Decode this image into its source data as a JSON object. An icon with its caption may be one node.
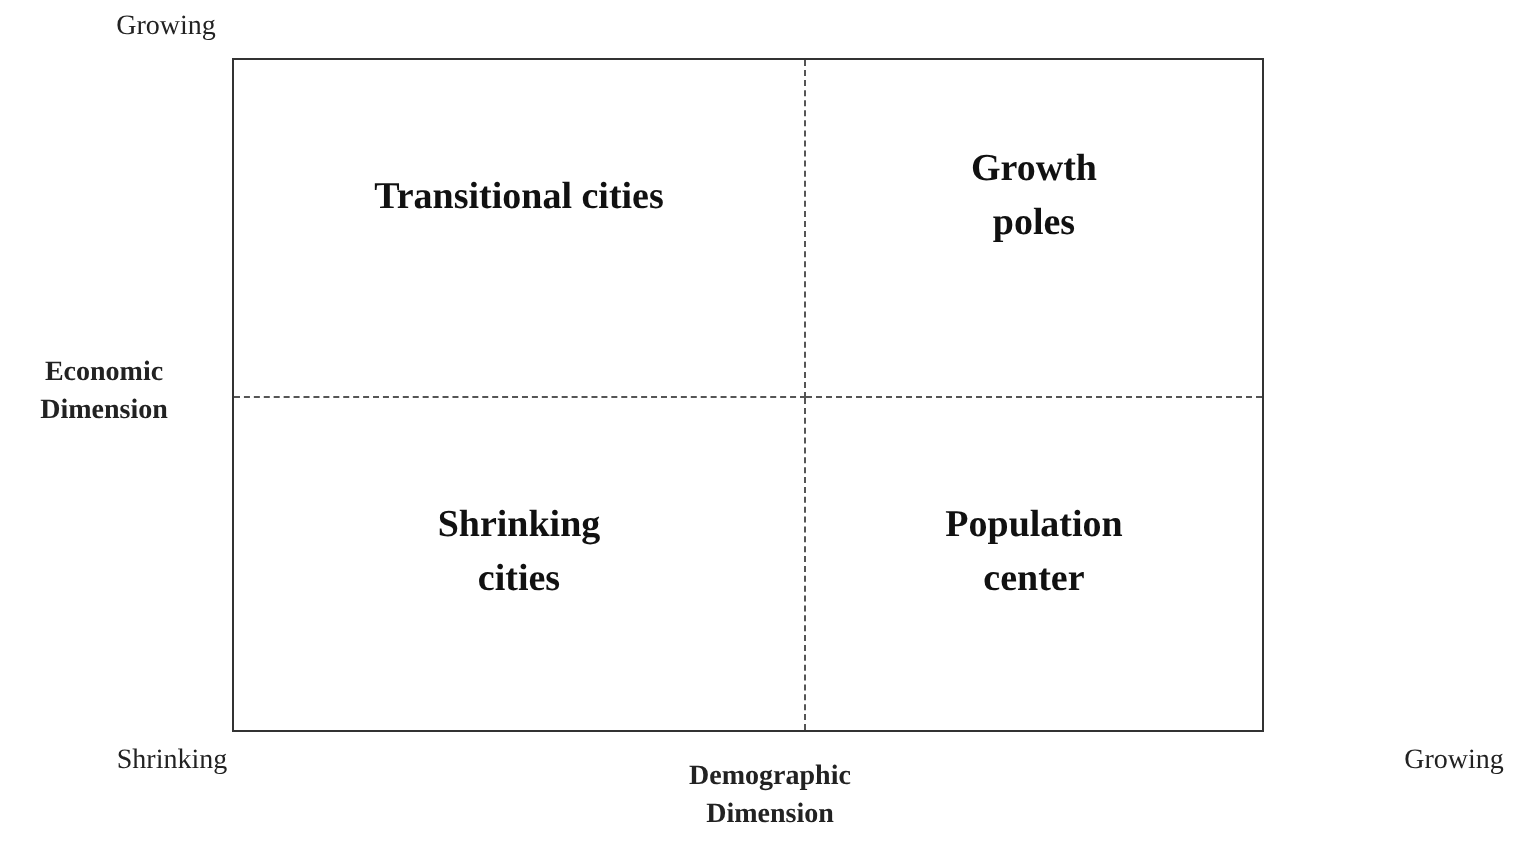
{
  "diagram": {
    "nodes": [
      {
        "text": [],
        "shape": "box"
      },
      {
        "text": [
          "Transitional cities"
        ],
        "in": 0
      },
      {
        "text": [
          "Growth poles"
        ],
        "in": 0
      },
      {
        "text": [
          "Shrinking cities"
        ],
        "in": 0
      },
      {
        "text": [
          "Population center"
        ],
        "in": 0
      }
    ],
    "labels": [
      "Growing",
      "Economic Dimension",
      "Shrinking",
      "Demographic Dimension",
      "Growing"
    ]
  }
}
